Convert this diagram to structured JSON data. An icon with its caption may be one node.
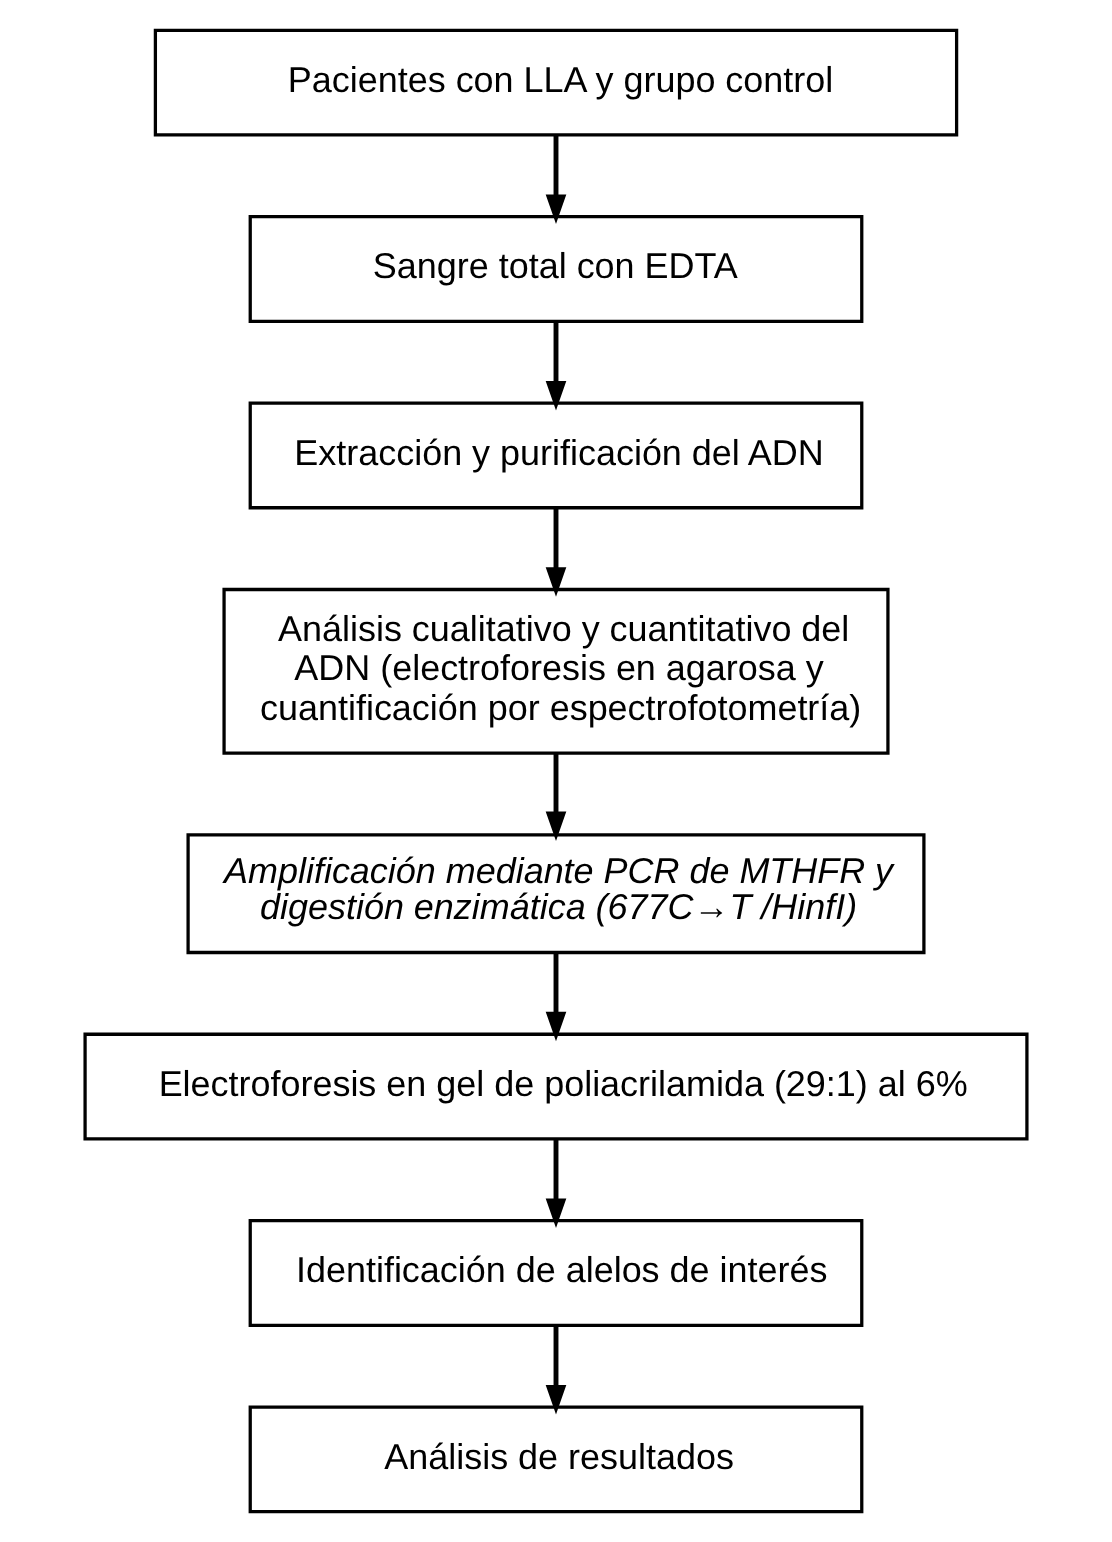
{
  "diagram": {
    "nodes": [
      {
        "text": [
          "Pacientes con LLA y grupo control"
        ]
      },
      {
        "text": [
          "Sangre total con EDTA"
        ]
      },
      {
        "text": [
          "Extracción y purificación del ADN"
        ]
      },
      {
        "text": [
          "Análisis cualitativo y cuantitativo del ADN (electroforesis en agarosa y cuantificación por espectrofotometría)"
        ]
      },
      {
        "text": [
          "Amplificación mediante PCR de MTHFR y digestión enzimática (677C→T /HinfI)"
        ]
      },
      {
        "text": [
          "Electroforesis en gel de poliacrilamida (29:1) al 6%"
        ]
      },
      {
        "text": [
          "Identificación de alelos de interés"
        ]
      },
      {
        "text": [
          "Análisis de resultados"
        ]
      }
    ],
    "edges": [
      {
        "from": 0,
        "to": 1,
        "arrow": "to"
      },
      {
        "from": 1,
        "to": 2,
        "arrow": "to"
      },
      {
        "from": 2,
        "to": 3,
        "arrow": "to"
      },
      {
        "from": 3,
        "to": 4,
        "arrow": "to"
      },
      {
        "from": 4,
        "to": 5,
        "arrow": "to"
      },
      {
        "from": 5,
        "to": 6,
        "arrow": "to"
      },
      {
        "from": 6,
        "to": 7,
        "arrow": "to"
      }
    ]
  }
}
